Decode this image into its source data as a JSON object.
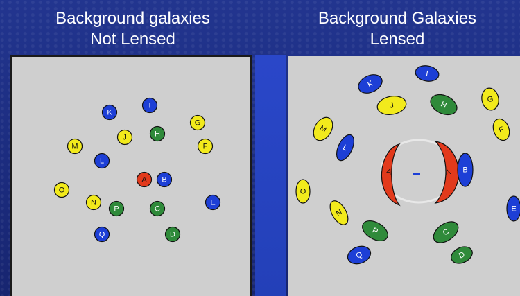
{
  "left_panel": {
    "title_line1": "Background galaxies",
    "title_line2": "Not Lensed",
    "galaxies": [
      {
        "id": "K",
        "color": "blue"
      },
      {
        "id": "I",
        "color": "blue"
      },
      {
        "id": "G",
        "color": "yellow"
      },
      {
        "id": "H",
        "color": "green"
      },
      {
        "id": "J",
        "color": "yellow"
      },
      {
        "id": "M",
        "color": "yellow"
      },
      {
        "id": "F",
        "color": "yellow"
      },
      {
        "id": "L",
        "color": "blue"
      },
      {
        "id": "A",
        "color": "red"
      },
      {
        "id": "B",
        "color": "blue"
      },
      {
        "id": "O",
        "color": "yellow"
      },
      {
        "id": "N",
        "color": "yellow"
      },
      {
        "id": "P",
        "color": "green"
      },
      {
        "id": "C",
        "color": "green"
      },
      {
        "id": "E",
        "color": "blue"
      },
      {
        "id": "Q",
        "color": "blue"
      },
      {
        "id": "D",
        "color": "green"
      }
    ]
  },
  "right_panel": {
    "title_line1": "Background Galaxies",
    "title_line2": "Lensed",
    "galaxies": [
      {
        "id": "K",
        "color": "blue"
      },
      {
        "id": "I",
        "color": "blue"
      },
      {
        "id": "G",
        "color": "yellow"
      },
      {
        "id": "J",
        "color": "yellow"
      },
      {
        "id": "H",
        "color": "green"
      },
      {
        "id": "F",
        "color": "yellow"
      },
      {
        "id": "M",
        "color": "yellow"
      },
      {
        "id": "L",
        "color": "blue"
      },
      {
        "id": "B",
        "color": "blue"
      },
      {
        "id": "O",
        "color": "yellow"
      },
      {
        "id": "E",
        "color": "blue"
      },
      {
        "id": "N",
        "color": "yellow"
      },
      {
        "id": "P",
        "color": "green"
      },
      {
        "id": "C",
        "color": "green"
      },
      {
        "id": "Q",
        "color": "blue"
      },
      {
        "id": "D",
        "color": "green"
      }
    ],
    "arc_labels": [
      "A",
      "A"
    ]
  },
  "colors": {
    "blue": "#1d3fd6",
    "yellow": "#f2ea1c",
    "green": "#2f8a3a",
    "red": "#e23a1c",
    "panel_bg": "#cfcfcf"
  }
}
